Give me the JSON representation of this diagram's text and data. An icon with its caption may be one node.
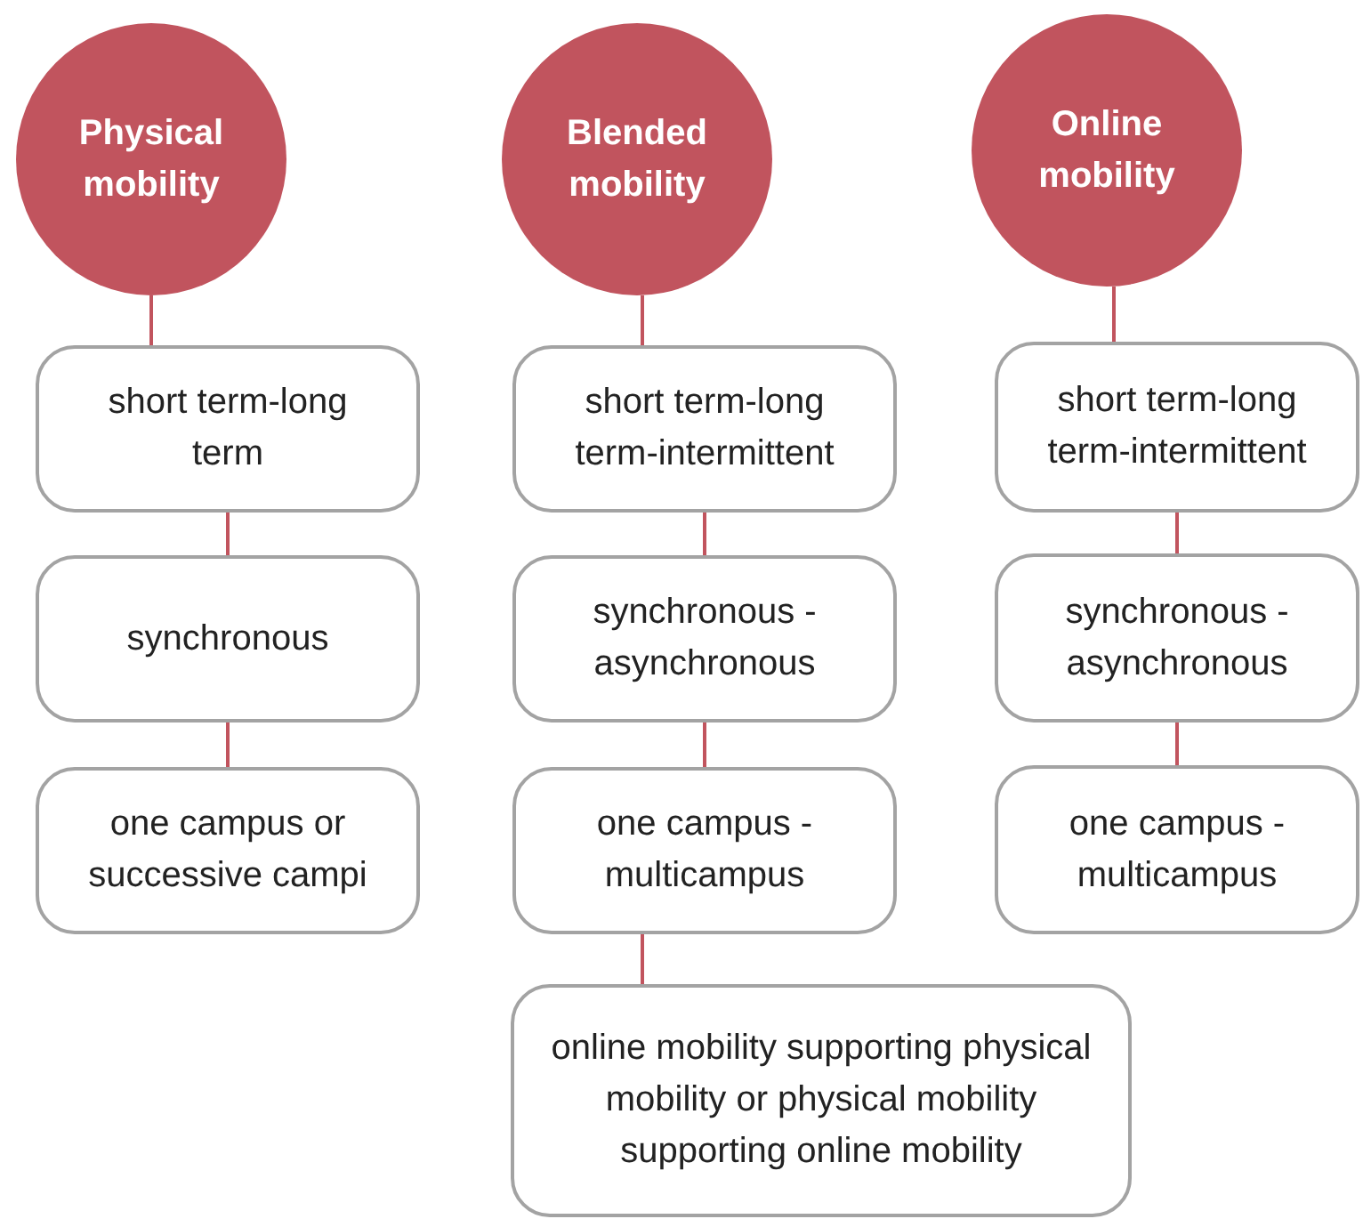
{
  "diagram": {
    "nodes": [
      {
        "text": [
          "Physical mobility"
        ]
      },
      {
        "text": [
          "Blended mobility"
        ]
      },
      {
        "text": [
          "Online mobility"
        ]
      },
      {
        "text": [
          "short term-long term"
        ]
      },
      {
        "text": [
          "synchronous"
        ]
      },
      {
        "text": [
          "one campus or successive campi"
        ]
      },
      {
        "text": [
          "short term-long term-intermittent"
        ]
      },
      {
        "text": [
          "synchronous - asynchronous"
        ]
      },
      {
        "text": [
          "one campus - multicampus"
        ]
      },
      {
        "text": [
          "online mobility supporting physical mobility or physical mobility supporting online mobility"
        ]
      },
      {
        "text": [
          "short term-long term-intermittent"
        ]
      },
      {
        "text": [
          "synchronous - asynchronous"
        ]
      },
      {
        "text": [
          "one campus - multicampus"
        ]
      }
    ],
    "edges": [
      {
        "from": 0,
        "to": 3,
        "arrow": "none"
      },
      {
        "from": 3,
        "to": 4,
        "arrow": "none"
      },
      {
        "from": 4,
        "to": 5,
        "arrow": "none"
      },
      {
        "from": 1,
        "to": 6,
        "arrow": "none"
      },
      {
        "from": 6,
        "to": 7,
        "arrow": "none"
      },
      {
        "from": 7,
        "to": 8,
        "arrow": "none"
      },
      {
        "from": 8,
        "to": 9,
        "arrow": "none"
      },
      {
        "from": 2,
        "to": 10,
        "arrow": "none"
      },
      {
        "from": 10,
        "to": 11,
        "arrow": "none"
      },
      {
        "from": 11,
        "to": 12,
        "arrow": "none"
      }
    ]
  }
}
